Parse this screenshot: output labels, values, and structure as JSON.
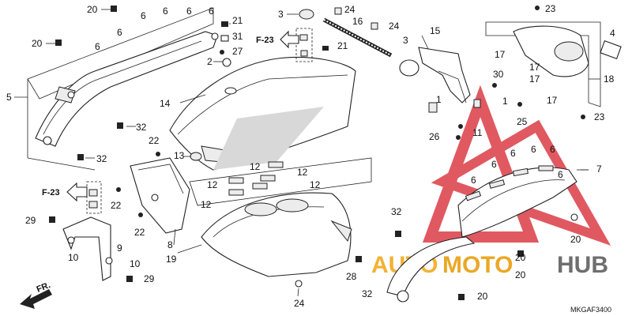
{
  "diagram": {
    "code": "MKGAF3400",
    "direction_label": "FR.",
    "reference_labels": [
      "F-23",
      "F-23"
    ],
    "watermark": {
      "word1": "AUTO",
      "word2": "MOTO",
      "word3": "HUB",
      "colors": {
        "auto": "#f2b233",
        "moto": "#e9a826",
        "hub": "#6e6e6e",
        "triangle": "#d9303a"
      }
    },
    "callouts": [
      "20",
      "6",
      "6",
      "6",
      "6",
      "6",
      "6",
      "20",
      "5",
      "32",
      "32",
      "21",
      "31",
      "27",
      "2",
      "14",
      "3",
      "24",
      "16",
      "24",
      "3",
      "21",
      "15",
      "23",
      "17",
      "17",
      "17",
      "17",
      "4",
      "18",
      "30",
      "1",
      "1",
      "25",
      "23",
      "26",
      "11",
      "7",
      "6",
      "6",
      "6",
      "6",
      "6",
      "6",
      "22",
      "13",
      "12",
      "12",
      "12",
      "12",
      "12",
      "22",
      "22",
      "8",
      "19",
      "29",
      "10",
      "10",
      "9",
      "29",
      "32",
      "20",
      "28",
      "32",
      "24",
      "20",
      "20",
      "20"
    ]
  }
}
